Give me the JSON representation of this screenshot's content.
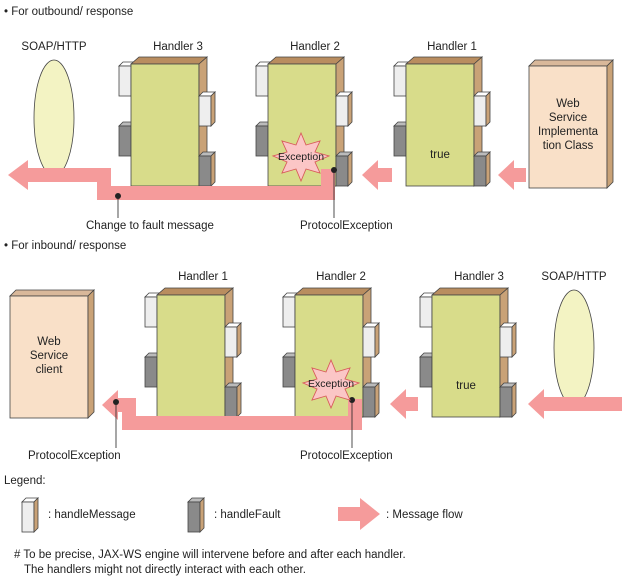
{
  "sections": {
    "outbound_title": "• For outbound/ response",
    "inbound_title": "• For inbound/ response"
  },
  "outbound": {
    "soap_label": "SOAP/HTTP",
    "handler3_label": "Handler 3",
    "handler2_label": "Handler 2",
    "handler1_label": "Handler 1",
    "service_line1": "Web",
    "service_line2": "Service",
    "service_line3": "Implementa",
    "service_line4": "tion Class",
    "true_label": "true",
    "exception_label": "Exception",
    "fault_message_label": "Change to fault message",
    "protocol_exception_label": "ProtocolException"
  },
  "inbound": {
    "client_line1": "Web",
    "client_line2": "Service",
    "client_line3": "client",
    "handler1_label": "Handler 1",
    "handler2_label": "Handler 2",
    "handler3_label": "Handler 3",
    "soap_label": "SOAP/HTTP",
    "true_label": "true",
    "exception_label": "Exception",
    "protocol_exception_left": "ProtocolException",
    "protocol_exception_right": "ProtocolException"
  },
  "legend": {
    "title": "Legend:",
    "handle_message": ": handleMessage",
    "handle_fault": ": handleFault",
    "message_flow": ": Message flow"
  },
  "footnote": {
    "line1": "# To be precise, JAX-WS engine will intervene before and after each handler.",
    "line2": "The handlers might not directly interact with each other."
  },
  "colors": {
    "handler_body": "#d8dc8a",
    "box_side": "#c9a277",
    "service_box": "#f9e0c8",
    "ellipse": "#f3f3c3",
    "arrow": "#f59b9b",
    "exception_star": "#fbc6c6",
    "message_tab": "#eeeeee",
    "fault_tab": "#8a8a8a"
  }
}
